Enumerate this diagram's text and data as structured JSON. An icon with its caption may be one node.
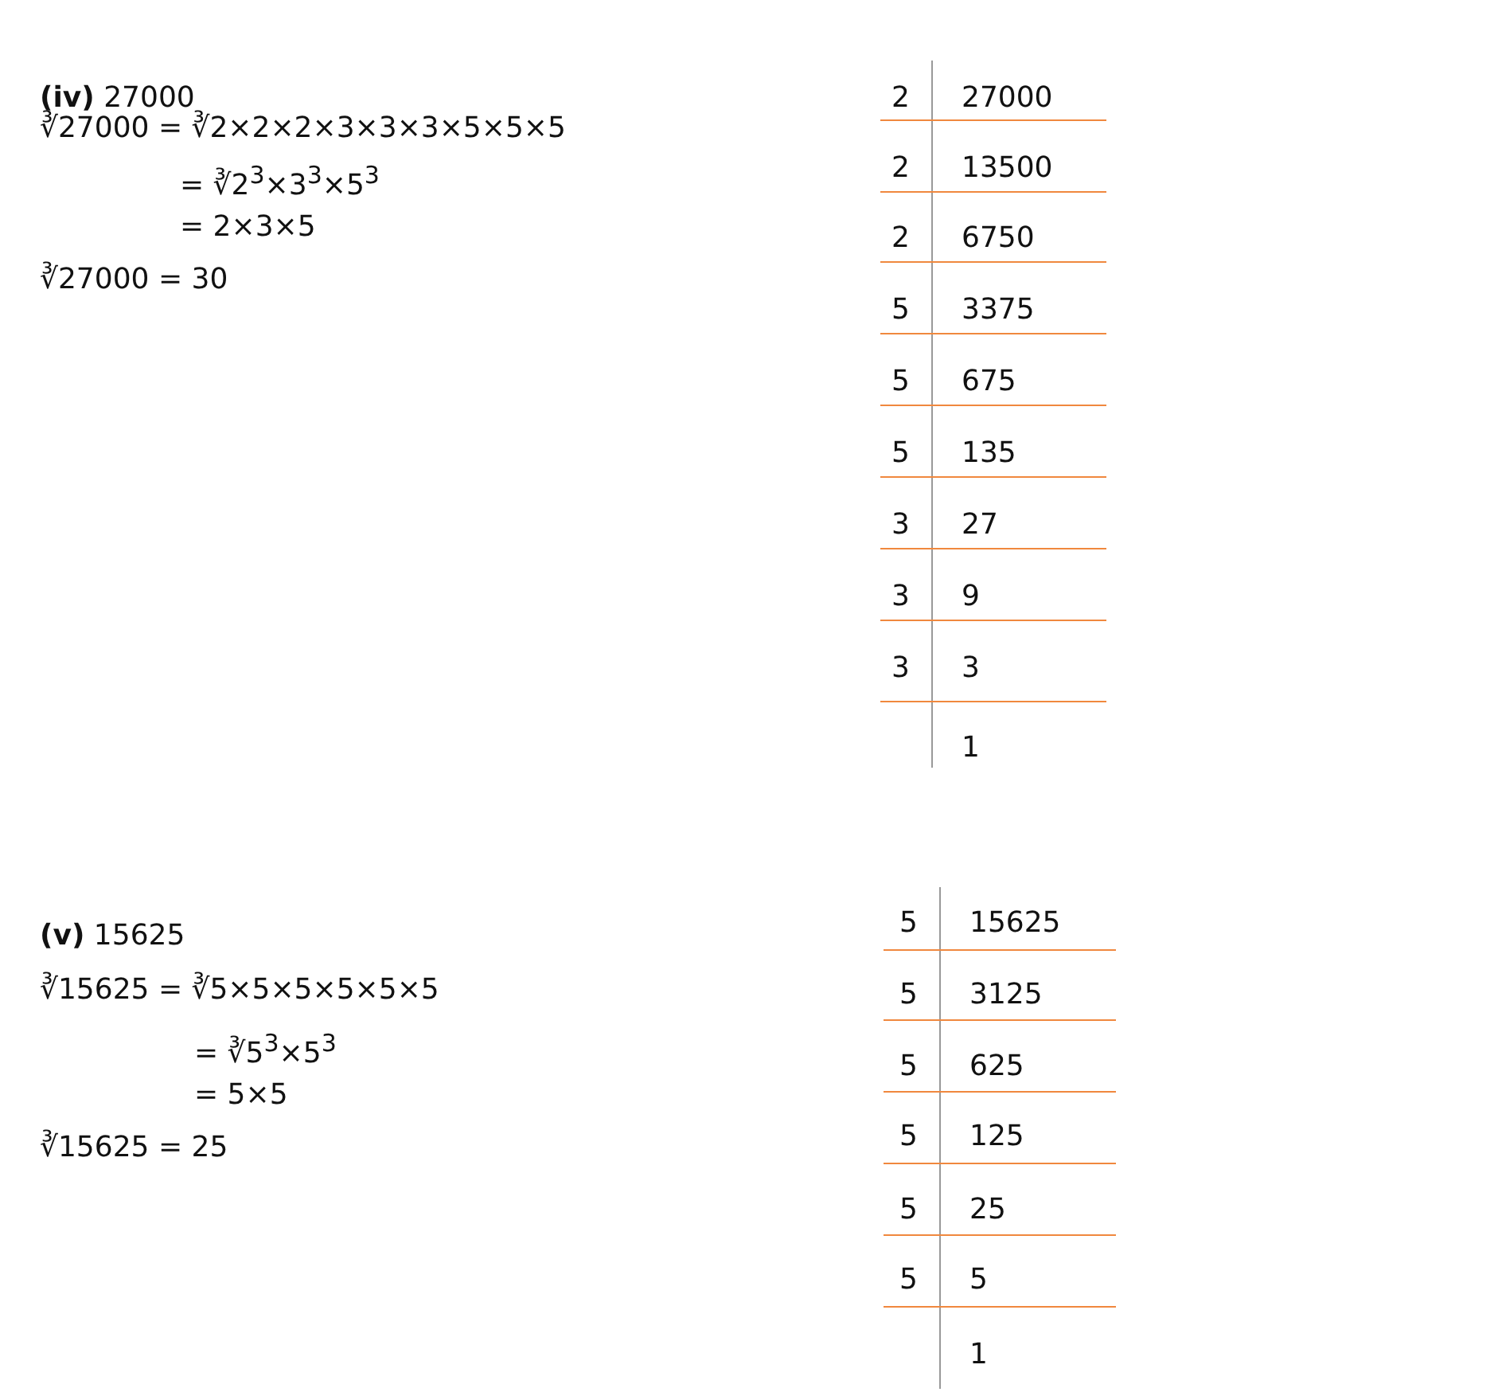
{
  "diagram": {
    "labels": [
      "**(iv)** 27000",
      "∛27000 = ∛2×2×2×3×3×3×5×5×5",
      "= ∛2$^{3}$×3$^{3}$×5$^{3}$",
      "= 2×3×5",
      "∛27000 = 30",
      "2",
      "27000",
      "2",
      "13500",
      "2",
      "6750",
      "5",
      "3375",
      "5",
      "675",
      "5",
      "135",
      "3",
      "27",
      "3",
      "9",
      "3",
      "3",
      "1",
      "**(v)** 15625",
      "∛15625 = ∛5×5×5×5×5×5",
      "= ∛5$^{3}$×5$^{3}$",
      "= 5×5",
      "∛15625 = 25",
      "5",
      "15625",
      "5",
      "3125",
      "5",
      "625",
      "5",
      "125",
      "5",
      "25",
      "5",
      "5",
      "1"
    ]
  }
}
